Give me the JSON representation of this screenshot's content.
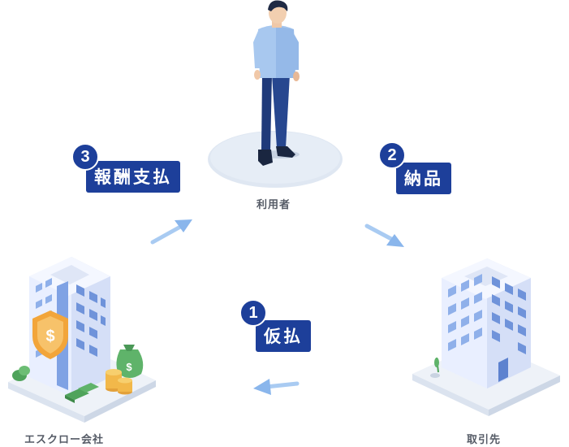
{
  "nodes": {
    "user": {
      "caption": "利用者"
    },
    "escrow": {
      "caption": "エスクロー会社"
    },
    "partner": {
      "caption": "取引先"
    }
  },
  "steps": [
    {
      "number": "1",
      "label": "仮払"
    },
    {
      "number": "2",
      "label": "納品"
    },
    {
      "number": "3",
      "label": "報酬支払"
    }
  ],
  "colors": {
    "badge": "#1d3f9a",
    "arrow": "#9cc3f0",
    "platform": "#dde6f2",
    "building": "#e8efff",
    "window": "#8fb0ea",
    "shield": "#f2a53a",
    "money": "#55a860"
  }
}
